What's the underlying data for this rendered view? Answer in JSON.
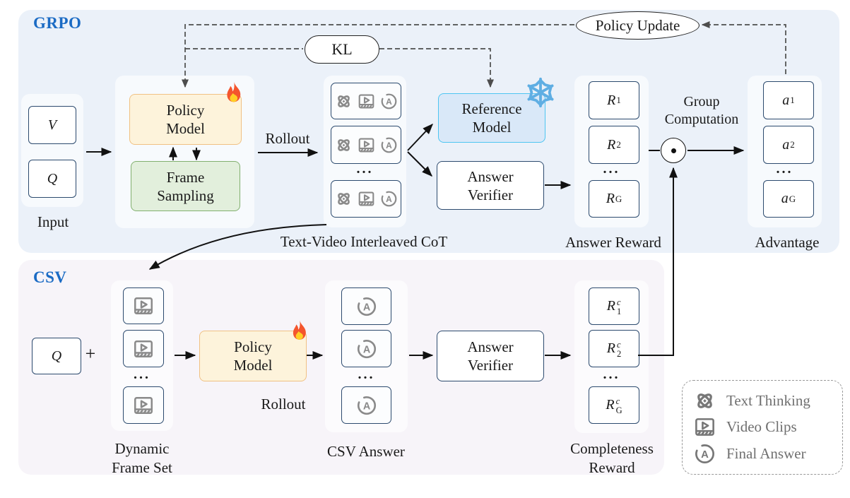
{
  "figure": {
    "grpo": {
      "title": "GRPO",
      "input_items": [
        "V",
        "Q"
      ],
      "input_label": "Input",
      "policy_model": [
        "Policy",
        "Model"
      ],
      "frame_sampling": [
        "Frame",
        "Sampling"
      ],
      "rollout": "Rollout",
      "kl": "KL",
      "policy_update": "Policy Update",
      "cot_label": "Text-Video Interleaved CoT",
      "reference_model": [
        "Reference",
        "Model"
      ],
      "answer_verifier": [
        "Answer",
        "Verifier"
      ],
      "answer_reward_label": "Answer Reward",
      "rewards": [
        {
          "base": "R",
          "sub": "1"
        },
        {
          "base": "R",
          "sub": "2"
        },
        {
          "base": "R",
          "sub": "G"
        }
      ],
      "group_computation": [
        "Group",
        "Computation"
      ],
      "advantage_label": "Advantage",
      "advantages": [
        {
          "base": "a",
          "sub": "1"
        },
        {
          "base": "a",
          "sub": "2"
        },
        {
          "base": "a",
          "sub": "G"
        }
      ],
      "dots": "..."
    },
    "csv": {
      "title": "CSV",
      "q": "Q",
      "plus": "+",
      "frame_set_label": [
        "Dynamic",
        "Frame Set"
      ],
      "policy_model": [
        "Policy",
        "Model"
      ],
      "rollout": "Rollout",
      "csv_answer_label": "CSV Answer",
      "answer_verifier": [
        "Answer",
        "Verifier"
      ],
      "completeness_label": [
        "Completeness",
        "Reward"
      ],
      "rewards": [
        {
          "base": "R",
          "sub": "1",
          "sup": "c"
        },
        {
          "base": "R",
          "sub": "2",
          "sup": "c"
        },
        {
          "base": "R",
          "sub": "G",
          "sup": "c"
        }
      ],
      "dots": "..."
    },
    "legend": {
      "items": [
        {
          "icon": "text-thinking-icon",
          "label": "Text Thinking"
        },
        {
          "icon": "video-clips-icon",
          "label": "Video Clips"
        },
        {
          "icon": "final-answer-icon",
          "label": "Final Answer"
        }
      ]
    },
    "colors": {
      "grpo_panel": "#EBF1F9",
      "csv_panel": "#F7F4F9",
      "accent_blue": "#1B6BC4",
      "policy_fill": "#FDF3DB",
      "policy_border": "#F0C183",
      "frame_fill": "#E2EFDC",
      "frame_border": "#82B06F",
      "reference_fill": "#D9E8F8",
      "reference_border": "#4DC5F2",
      "box_border": "#2C4A6E",
      "icon_gray": "#777777"
    }
  }
}
